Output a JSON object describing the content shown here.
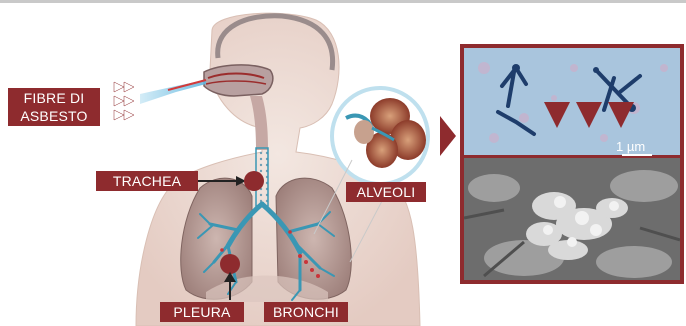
{
  "labels": {
    "fibers": [
      "FIBRE DI",
      "ASBESTO"
    ],
    "trachea": "TRACHEA",
    "alveoli": "ALVEOLI",
    "pleura": "PLEURA",
    "bronchi": "BRONCHI"
  },
  "microscopy": {
    "scale_label": "1 µm"
  },
  "colors": {
    "accent": "#8e2b2e",
    "skin": "#eddcd4",
    "airway_blue": "#3a97b4"
  }
}
